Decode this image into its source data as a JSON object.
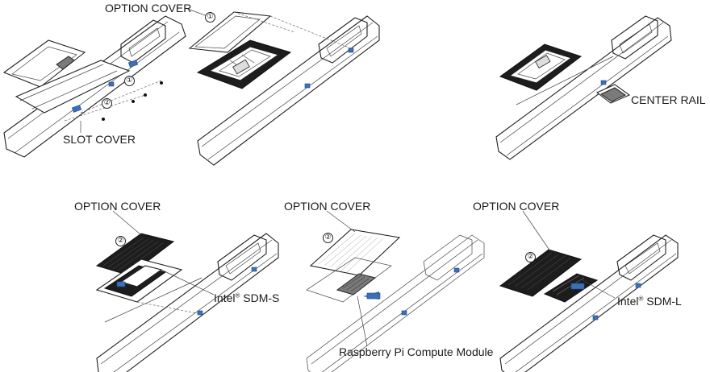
{
  "labels": {
    "option_cover_1": "OPTION COVER",
    "slot_cover": "SLOT COVER",
    "center_rail": "CENTER RAIL",
    "option_cover_2": "OPTION COVER",
    "option_cover_3": "OPTION COVER",
    "option_cover_4": "OPTION COVER",
    "intel_sdm_s_prefix": "Intel",
    "intel_sdm_s_suffix": " SDM-S",
    "intel_sdm_l_prefix": "Intel",
    "intel_sdm_l_suffix": " SDM-L",
    "raspberry_pi": "Raspberry Pi Compute Module",
    "registered": "®"
  },
  "step_numbers": {
    "one": "①",
    "two": "②"
  },
  "colors": {
    "line": "#222222",
    "screw_marker": "#3b6fb6",
    "cover_fill": "#1d1d1d"
  }
}
